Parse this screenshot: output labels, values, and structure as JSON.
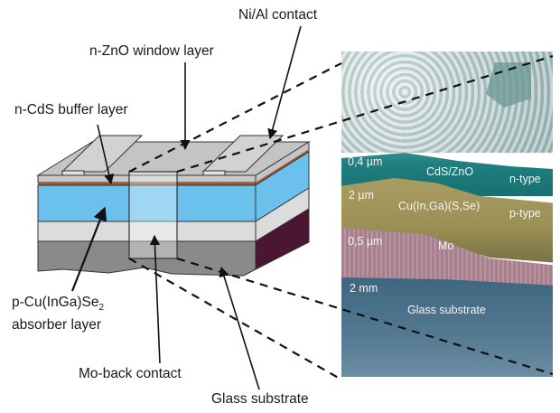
{
  "diagram": {
    "title": "CIGS thin-film solar cell structure",
    "labels": {
      "ni_al_contact": "Ni/Al contact",
      "zno_window": "n-ZnO window layer",
      "cds_buffer": "n-CdS buffer layer",
      "absorber_line1": "p-Cu(InGa)Se",
      "absorber_sub": "2",
      "absorber_line2": "absorber layer",
      "mo_back": "Mo-back contact",
      "glass": "Glass substrate"
    },
    "sem": {
      "thickness_top": "0,4 µm",
      "cds_zno": "CdS/ZnO",
      "n_type": "n-type",
      "thickness_absorber": "2 µm",
      "absorber": "Cu(In,Ga)(S,Se)",
      "p_type": "p-type",
      "thickness_mo": "0,5 µm",
      "mo": "Mo",
      "thickness_glass": "2 mm",
      "glass": "Glass substrate"
    },
    "colors": {
      "zno": "#c8c8c8",
      "cds": "#9a5a2e",
      "absorber": "#6cc0ec",
      "mo": "#dcdcdc",
      "glass": "#8a8a8a",
      "glass_side": "#4a1632",
      "sem_zno": "#1f7f80",
      "sem_absorber": "#9a8f55",
      "sem_mo": "#a87f8c",
      "sem_glass": "#4a6e88"
    }
  }
}
